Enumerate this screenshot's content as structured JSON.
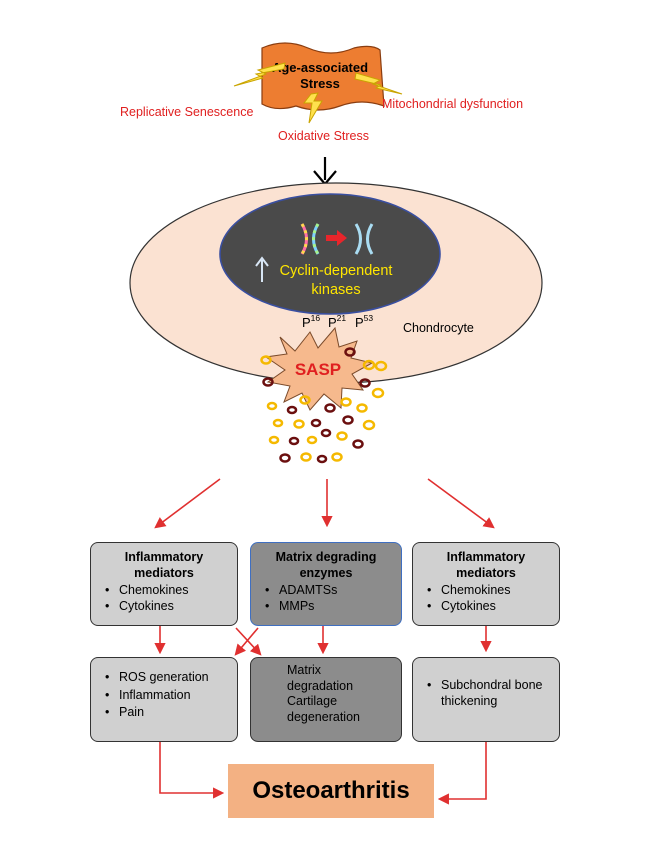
{
  "stress": {
    "title_line1": "Age-associated",
    "title_line2": "Stress",
    "causes": [
      "Replicative Senescence",
      "Oxidative Stress",
      "Mitochondrial dysfunction"
    ]
  },
  "cell": {
    "label": "Chondrocyte",
    "nucleus_text_line1": "Cyclin-dependent",
    "nucleus_text_line2": "kinases",
    "markers": [
      {
        "base": "P",
        "sup": "16"
      },
      {
        "base": "P",
        "sup": "21"
      },
      {
        "base": "P",
        "sup": "53"
      }
    ],
    "sasp_label": "SASP"
  },
  "boxes": {
    "left_top": {
      "title_line1": "Inflammatory",
      "title_line2": "mediators",
      "items": [
        "Chemokines",
        "Cytokines"
      ]
    },
    "middle_top": {
      "title_line1": "Matrix degrading",
      "title_line2": "enzymes",
      "items": [
        "ADAMTSs",
        "MMPs"
      ]
    },
    "right_top": {
      "title_line1": "Inflammatory",
      "title_line2": "mediators",
      "items": [
        "Chemokines",
        "Cytokines"
      ]
    },
    "left_bottom": {
      "items": [
        "ROS generation",
        "Inflammation",
        "Pain"
      ]
    },
    "middle_bottom": {
      "lines": [
        "Matrix",
        "degradation",
        "Cartilage",
        "degeneration"
      ]
    },
    "right_bottom": {
      "items": [
        "Subchondral bone thickening"
      ]
    }
  },
  "outcome": "Osteoarthritis",
  "colors": {
    "arrow_red": "#e03030",
    "stress_orange": "#ed7d31",
    "bolt_yellow": "#ffe14d",
    "cause_text": "#e02020",
    "cell_fill": "#fbe2d2",
    "nucleus_fill": "#4a4a4a",
    "nucleus_text": "#ffe600",
    "sasp_fill": "#f6b98d",
    "sasp_text": "#e02020",
    "particle_dark": "#6b0f0f",
    "particle_gold": "#f5b900",
    "box_light": "#d0d0d0",
    "box_mid": "#8c8c8c",
    "box_mid_border": "#3f6fc1",
    "outcome_fill": "#f3b183"
  }
}
